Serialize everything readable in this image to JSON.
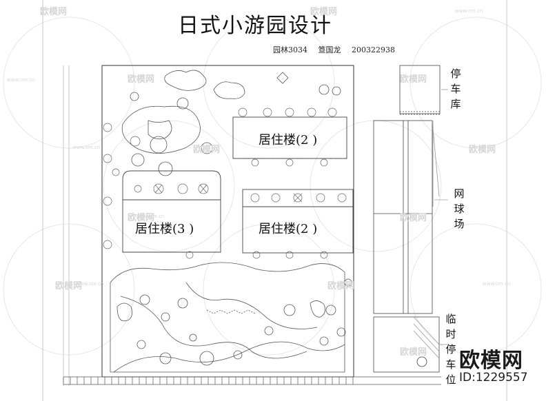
{
  "title": "日式小游园设计",
  "author": {
    "course": "园林3034",
    "name": "笪国龙",
    "student_id": "200322938"
  },
  "buildings": [
    {
      "label": "居住楼(2  )"
    },
    {
      "label": "居住楼(3  )"
    },
    {
      "label": "居住楼(2  )"
    }
  ],
  "side_labels": {
    "garage": [
      "停",
      "车",
      "库"
    ],
    "tennis": [
      "网",
      "球",
      "场"
    ],
    "temp_parking": [
      "临",
      "时",
      "停",
      "车",
      "位"
    ]
  },
  "watermark": {
    "brand": "欧模网",
    "id": "ID:1229557",
    "faint_brand": "欧模网",
    "faint_url": "www.om.cn"
  },
  "colors": {
    "line": "#333333",
    "light_line": "#9a9a9a",
    "watermark": "#d6d6d6"
  }
}
